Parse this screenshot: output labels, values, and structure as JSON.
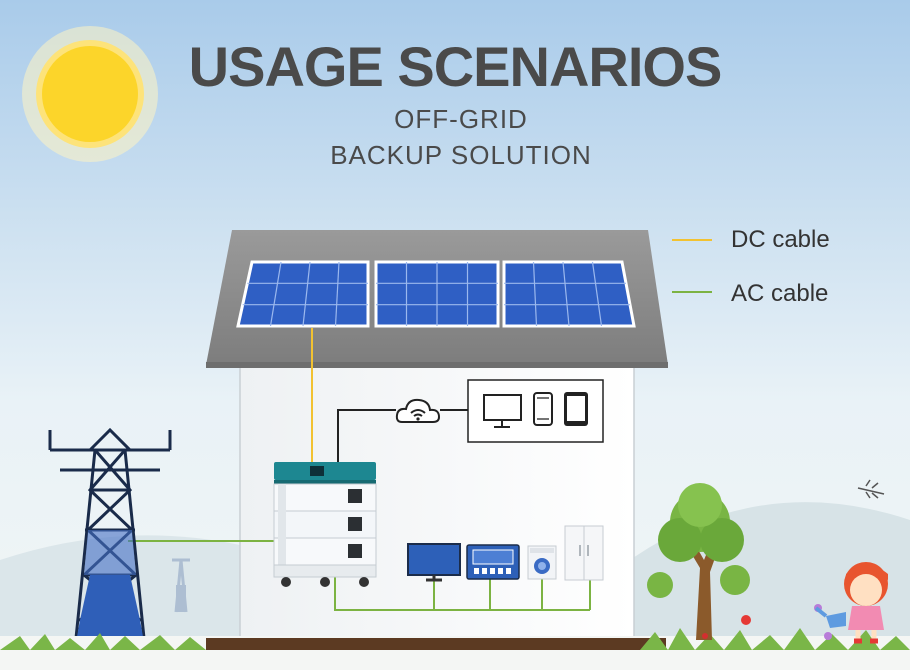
{
  "title": "USAGE SCENARIOS",
  "subtitle_line1": "OFF-GRID",
  "subtitle_line2": "BACKUP  SOLUTION",
  "legend": {
    "dc_label": "DC cable",
    "ac_label": "AC cable"
  },
  "colors": {
    "dc_cable": "#f2c231",
    "ac_cable": "#7cb342",
    "sky_top": "#a9cbea",
    "sun": "#fbd233",
    "roof": "#8a8a8a",
    "solar_panel": "#2f5fc4",
    "battery_teal": "#1f8a94"
  },
  "icons": [
    "sun-icon",
    "wifi-cloud-icon",
    "monitor-icon",
    "phone-icon",
    "tablet-icon",
    "tv-icon",
    "control-panel-icon",
    "washing-machine-icon",
    "refrigerator-icon",
    "power-tower-icon",
    "tree-icon",
    "girl-icon",
    "dragonfly-icon"
  ]
}
